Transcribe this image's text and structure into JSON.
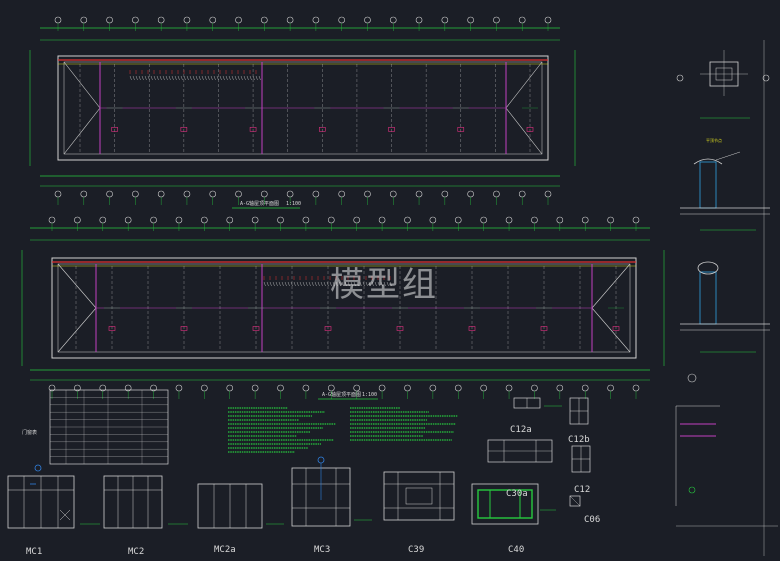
{
  "watermark": "模型组",
  "plan_titles": {
    "upper_scale": "1:100",
    "lower_scale": "1:100"
  },
  "door_window_labels": {
    "bottom_row": [
      "MC1",
      "MC2",
      "MC2a",
      "MC3",
      "C39",
      "C40"
    ],
    "right_group": [
      "C12a",
      "C12b",
      "C12",
      "C30a",
      "C06"
    ]
  },
  "colors": {
    "background": "#1b1e26",
    "grid_green": "#27c93f",
    "wall_white": "#d0d0d0",
    "ridge_red": "#e03030",
    "beam_magenta": "#c040c0",
    "note_yellow": "#d8d820"
  }
}
